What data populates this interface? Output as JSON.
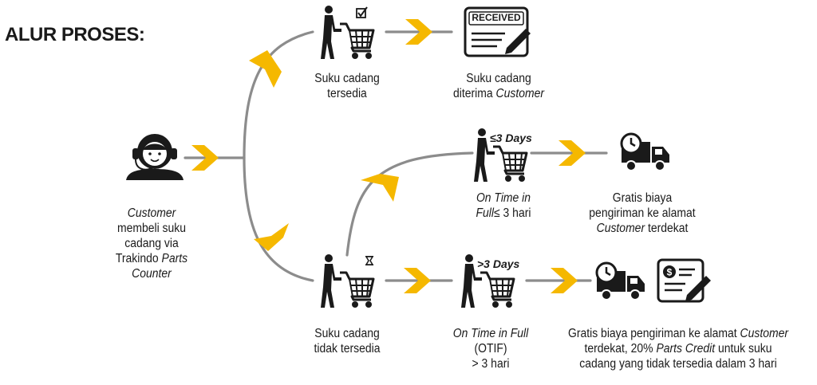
{
  "title": "ALUR PROSES:",
  "colors": {
    "accent": "#f5b800",
    "line": "#8c8c8c",
    "icon": "#1a1a1a"
  },
  "icons": {
    "customer": "headset-person-icon",
    "cart_check": "shopping-cart-check-icon",
    "cart_wait": "shopping-cart-hourglass-icon",
    "cart_fast": "shopping-cart-icon",
    "cart_slow": "shopping-cart-icon",
    "received": "received-document-icon",
    "truck": "delivery-truck-clock-icon",
    "credit": "credit-document-icon"
  },
  "badges": {
    "short": "≤3 Days",
    "long": ">3 Days",
    "received_stamp": "RECEIVED"
  },
  "nodes": {
    "customer": {
      "line1": "Customer",
      "line2": "membeli suku",
      "line3": "cadang via",
      "line4a": "Trakindo ",
      "line4b": "Parts",
      "line5": "Counter"
    },
    "available": {
      "line1": "Suku cadang",
      "line2": "tersedia"
    },
    "received": {
      "line1": "Suku cadang",
      "line2a": "diterima ",
      "line2b": "Customer"
    },
    "unavailable": {
      "line1": "Suku cadang",
      "line2": "tidak tersedia"
    },
    "otif_short": {
      "line1": "On Time in",
      "line2a": "Full",
      "line2b": "≤ 3 hari"
    },
    "free_short": {
      "line1": "Gratis biaya",
      "line2": "pengiriman ke alamat",
      "line3a": "Customer",
      "line3b": " terdekat"
    },
    "otif_long": {
      "line1": "On Time in Full",
      "line2": "(OTIF)",
      "line3": "> 3 hari"
    },
    "free_long": {
      "line1a": "Gratis biaya pengiriman ke alamat ",
      "line1b": "Customer",
      "line2a": "terdekat, 20% ",
      "line2b": "Parts Credit",
      "line2c": " untuk suku",
      "line3": "cadang yang tidak tersedia dalam 3 hari"
    }
  }
}
